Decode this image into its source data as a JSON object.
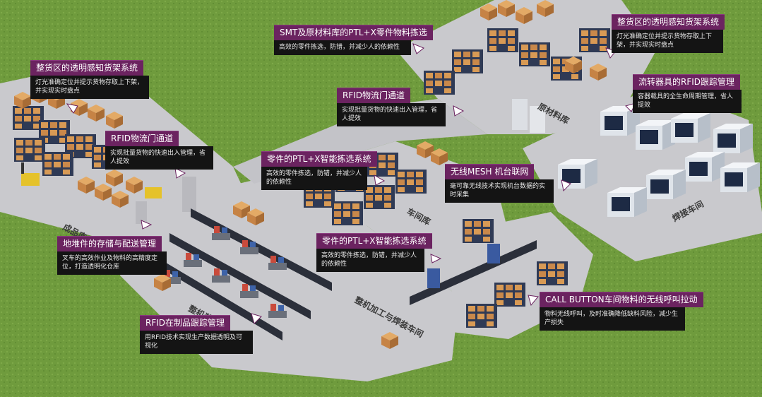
{
  "callouts": [
    {
      "id": "c1",
      "title": "整货区的透明感知货架系统",
      "desc": "灯光准确定位并提示货物存取上下架，并实现实时盘点"
    },
    {
      "id": "c2",
      "title": "RFID物流门通道",
      "desc": "实现批量货物的快速出入管理，省人提效"
    },
    {
      "id": "c3",
      "title": "SMT及原材料库的PTL+X零件物料拣选",
      "desc": "高效的零件拣选，防错，并减少人的依赖性"
    },
    {
      "id": "c4",
      "title": "RFID物流门通道",
      "desc": "实现批量货物的快速出入管理，省人提效"
    },
    {
      "id": "c5",
      "title": "整货区的透明感知货架系统",
      "desc": "灯光准确定位并提示货物存取上下架，并实现实时盘点"
    },
    {
      "id": "c6",
      "title": "流转器具的RFID跟踪管理",
      "desc": "容器载具的全生命周期管理，省人提效"
    },
    {
      "id": "c7",
      "title": "零件的PTL+X智能拣选系统",
      "desc": "高效的零件拣选，防错，并减少人的依赖性"
    },
    {
      "id": "c8",
      "title": "无线MESH 机台联网",
      "desc": "毫可靠无线技术实现机台数据的实时采集"
    },
    {
      "id": "c9",
      "title": "地堆件的存储与配送管理",
      "desc": "叉车的高效作业及物料的高精度定位，打造透明化仓库"
    },
    {
      "id": "c10",
      "title": "零件的PTL+X智能拣选系统",
      "desc": "高效的零件拣选，防错，并减少人的依赖性"
    },
    {
      "id": "c11",
      "title": "CALL BUTTON车间物料的无线呼叫拉动",
      "desc": "物料无线呼叫，及时准确降低缺料风险，减少生产损失"
    },
    {
      "id": "c12",
      "title": "RFID在制品跟踪管理",
      "desc": "用RFID技术实现生产数据透明及可视化"
    }
  ],
  "areas": {
    "finished_goods": "成品库",
    "raw_material": "原材料库",
    "workshop_store": "车间库",
    "assembly": "整机装配",
    "machining": "整机加工与焊装车间",
    "welding": "焊接车间"
  },
  "colors": {
    "grass": "#6e9a3c",
    "floor": "#c9c9cd",
    "title_bg": "#6b2360",
    "desc_bg": "#141414"
  }
}
